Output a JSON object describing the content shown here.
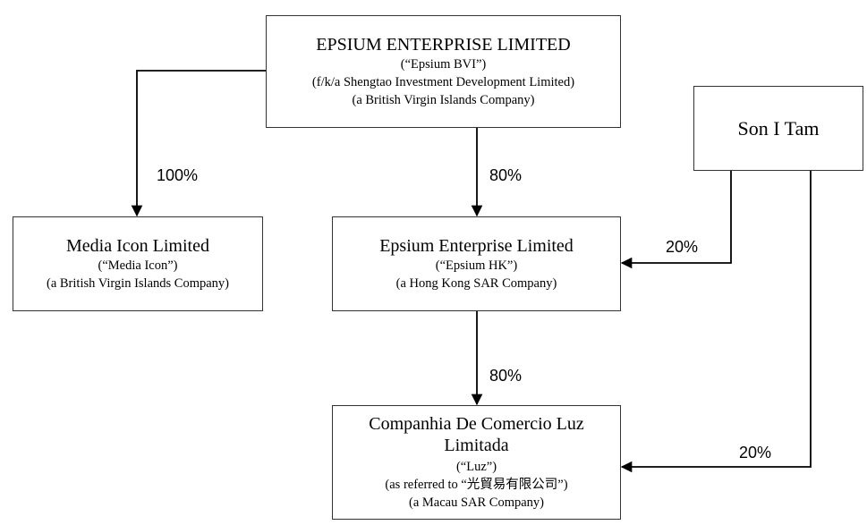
{
  "entities": {
    "epsium_bvi": {
      "title": "EPSIUM ENTERPRISE LIMITED",
      "lines": [
        "(“Epsium BVI”)",
        "(f/k/a Shengtao Investment Development Limited)",
        "(a British Virgin Islands Company)"
      ]
    },
    "son_i_tam": {
      "title": "Son I Tam"
    },
    "media_icon": {
      "title": "Media Icon Limited",
      "lines": [
        "(“Media Icon”)",
        "(a British Virgin Islands Company)"
      ]
    },
    "epsium_hk": {
      "title": "Epsium Enterprise Limited",
      "lines": [
        "(“Epsium HK”)",
        "(a Hong Kong SAR Company)"
      ]
    },
    "luz": {
      "title_1": "Companhia De Comercio Luz",
      "title_2": "Limitada",
      "lines": [
        "(“Luz”)",
        "(as referred to “光貿易有限公司”)",
        "(a Macau SAR Company)"
      ]
    }
  },
  "ownership": {
    "bvi_to_media_icon": "100%",
    "bvi_to_epsium_hk": "80%",
    "son_to_epsium_hk": "20%",
    "epsium_hk_to_luz": "80%",
    "son_to_luz": "20%"
  }
}
